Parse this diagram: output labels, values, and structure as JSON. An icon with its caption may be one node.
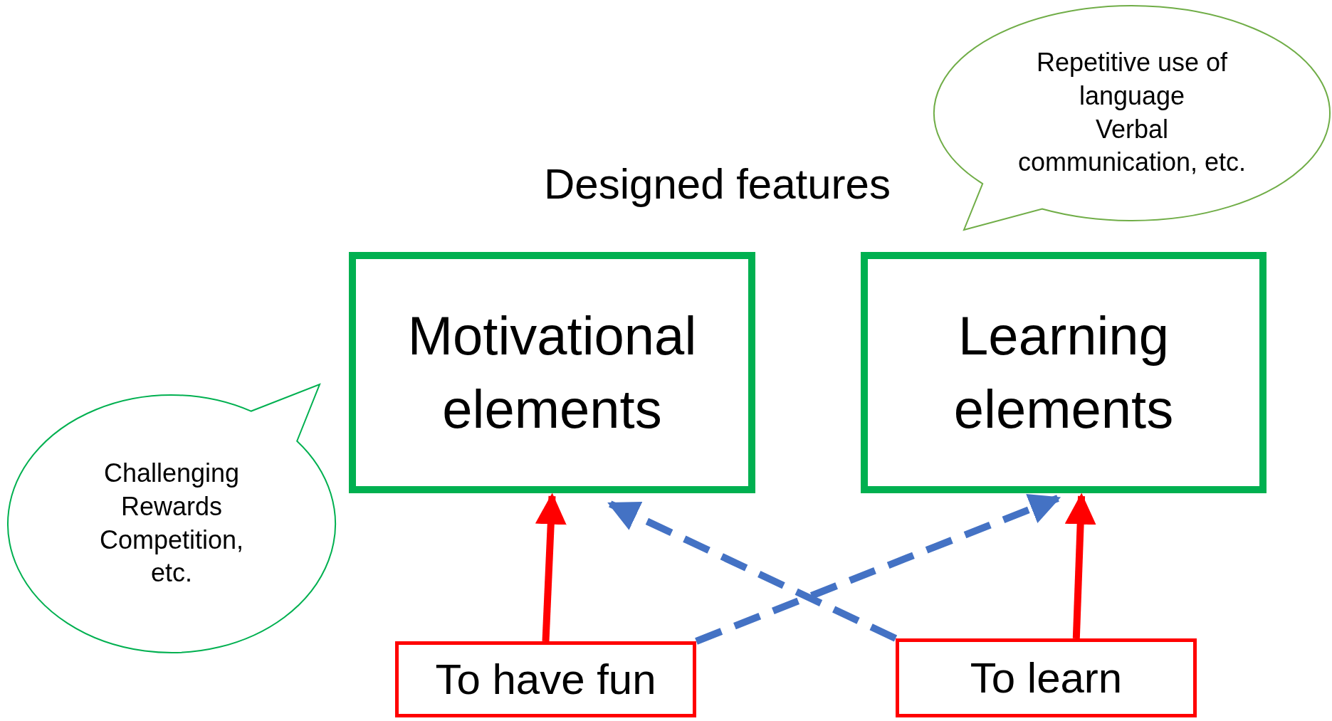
{
  "diagram": {
    "title": "Designed features",
    "nodes": [
      {
        "text": [
          "Motivational elements"
        ]
      },
      {
        "text": [
          "Learning elements"
        ]
      },
      {
        "text": [
          "To have fun"
        ]
      },
      {
        "text": [
          "To learn"
        ]
      },
      {
        "text": [
          "Repetitive use of language",
          "Verbal communication, etc."
        ]
      },
      {
        "text": [
          "Challenging",
          "Rewards",
          "Competition, etc."
        ]
      }
    ],
    "edges": [
      {
        "from": 2,
        "to": 0,
        "arrow": "to",
        "color": "#ff0000"
      },
      {
        "from": 3,
        "to": 1,
        "arrow": "to",
        "color": "#ff0000"
      },
      {
        "from": 2,
        "to": 1,
        "arrow": "to",
        "style": "dashed",
        "color": "#4472c4"
      },
      {
        "from": 3,
        "to": 0,
        "arrow": "to",
        "style": "dashed",
        "color": "#4472c4"
      }
    ]
  }
}
